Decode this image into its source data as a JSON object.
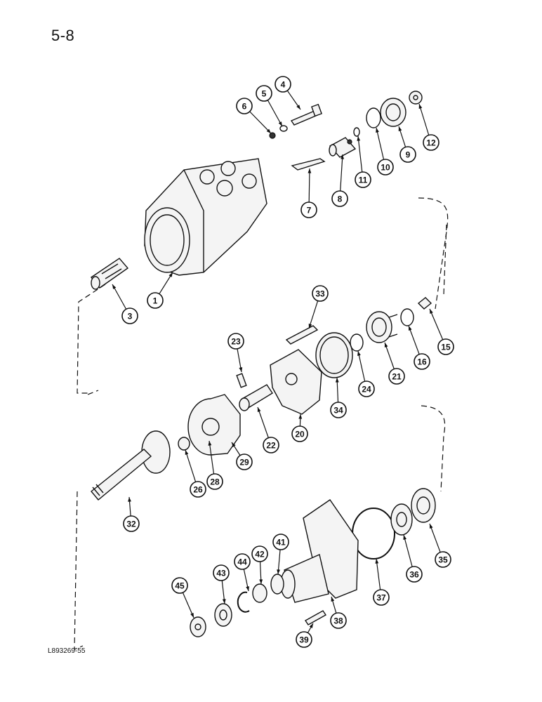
{
  "page_number": "5-8",
  "drawing_code": "L893269-55",
  "callouts": [
    {
      "label": "1"
    },
    {
      "label": "3"
    },
    {
      "label": "4"
    },
    {
      "label": "5"
    },
    {
      "label": "6"
    },
    {
      "label": "7"
    },
    {
      "label": "8"
    },
    {
      "label": "9"
    },
    {
      "label": "10"
    },
    {
      "label": "11"
    },
    {
      "label": "12"
    },
    {
      "label": "15"
    },
    {
      "label": "16"
    },
    {
      "label": "20"
    },
    {
      "label": "21"
    },
    {
      "label": "22"
    },
    {
      "label": "23"
    },
    {
      "label": "24"
    },
    {
      "label": "26"
    },
    {
      "label": "28"
    },
    {
      "label": "29"
    },
    {
      "label": "32"
    },
    {
      "label": "33"
    },
    {
      "label": "34"
    },
    {
      "label": "35"
    },
    {
      "label": "36"
    },
    {
      "label": "37"
    },
    {
      "label": "38"
    },
    {
      "label": "39"
    },
    {
      "label": "41"
    },
    {
      "label": "42"
    },
    {
      "label": "43"
    },
    {
      "label": "44"
    },
    {
      "label": "45"
    }
  ]
}
